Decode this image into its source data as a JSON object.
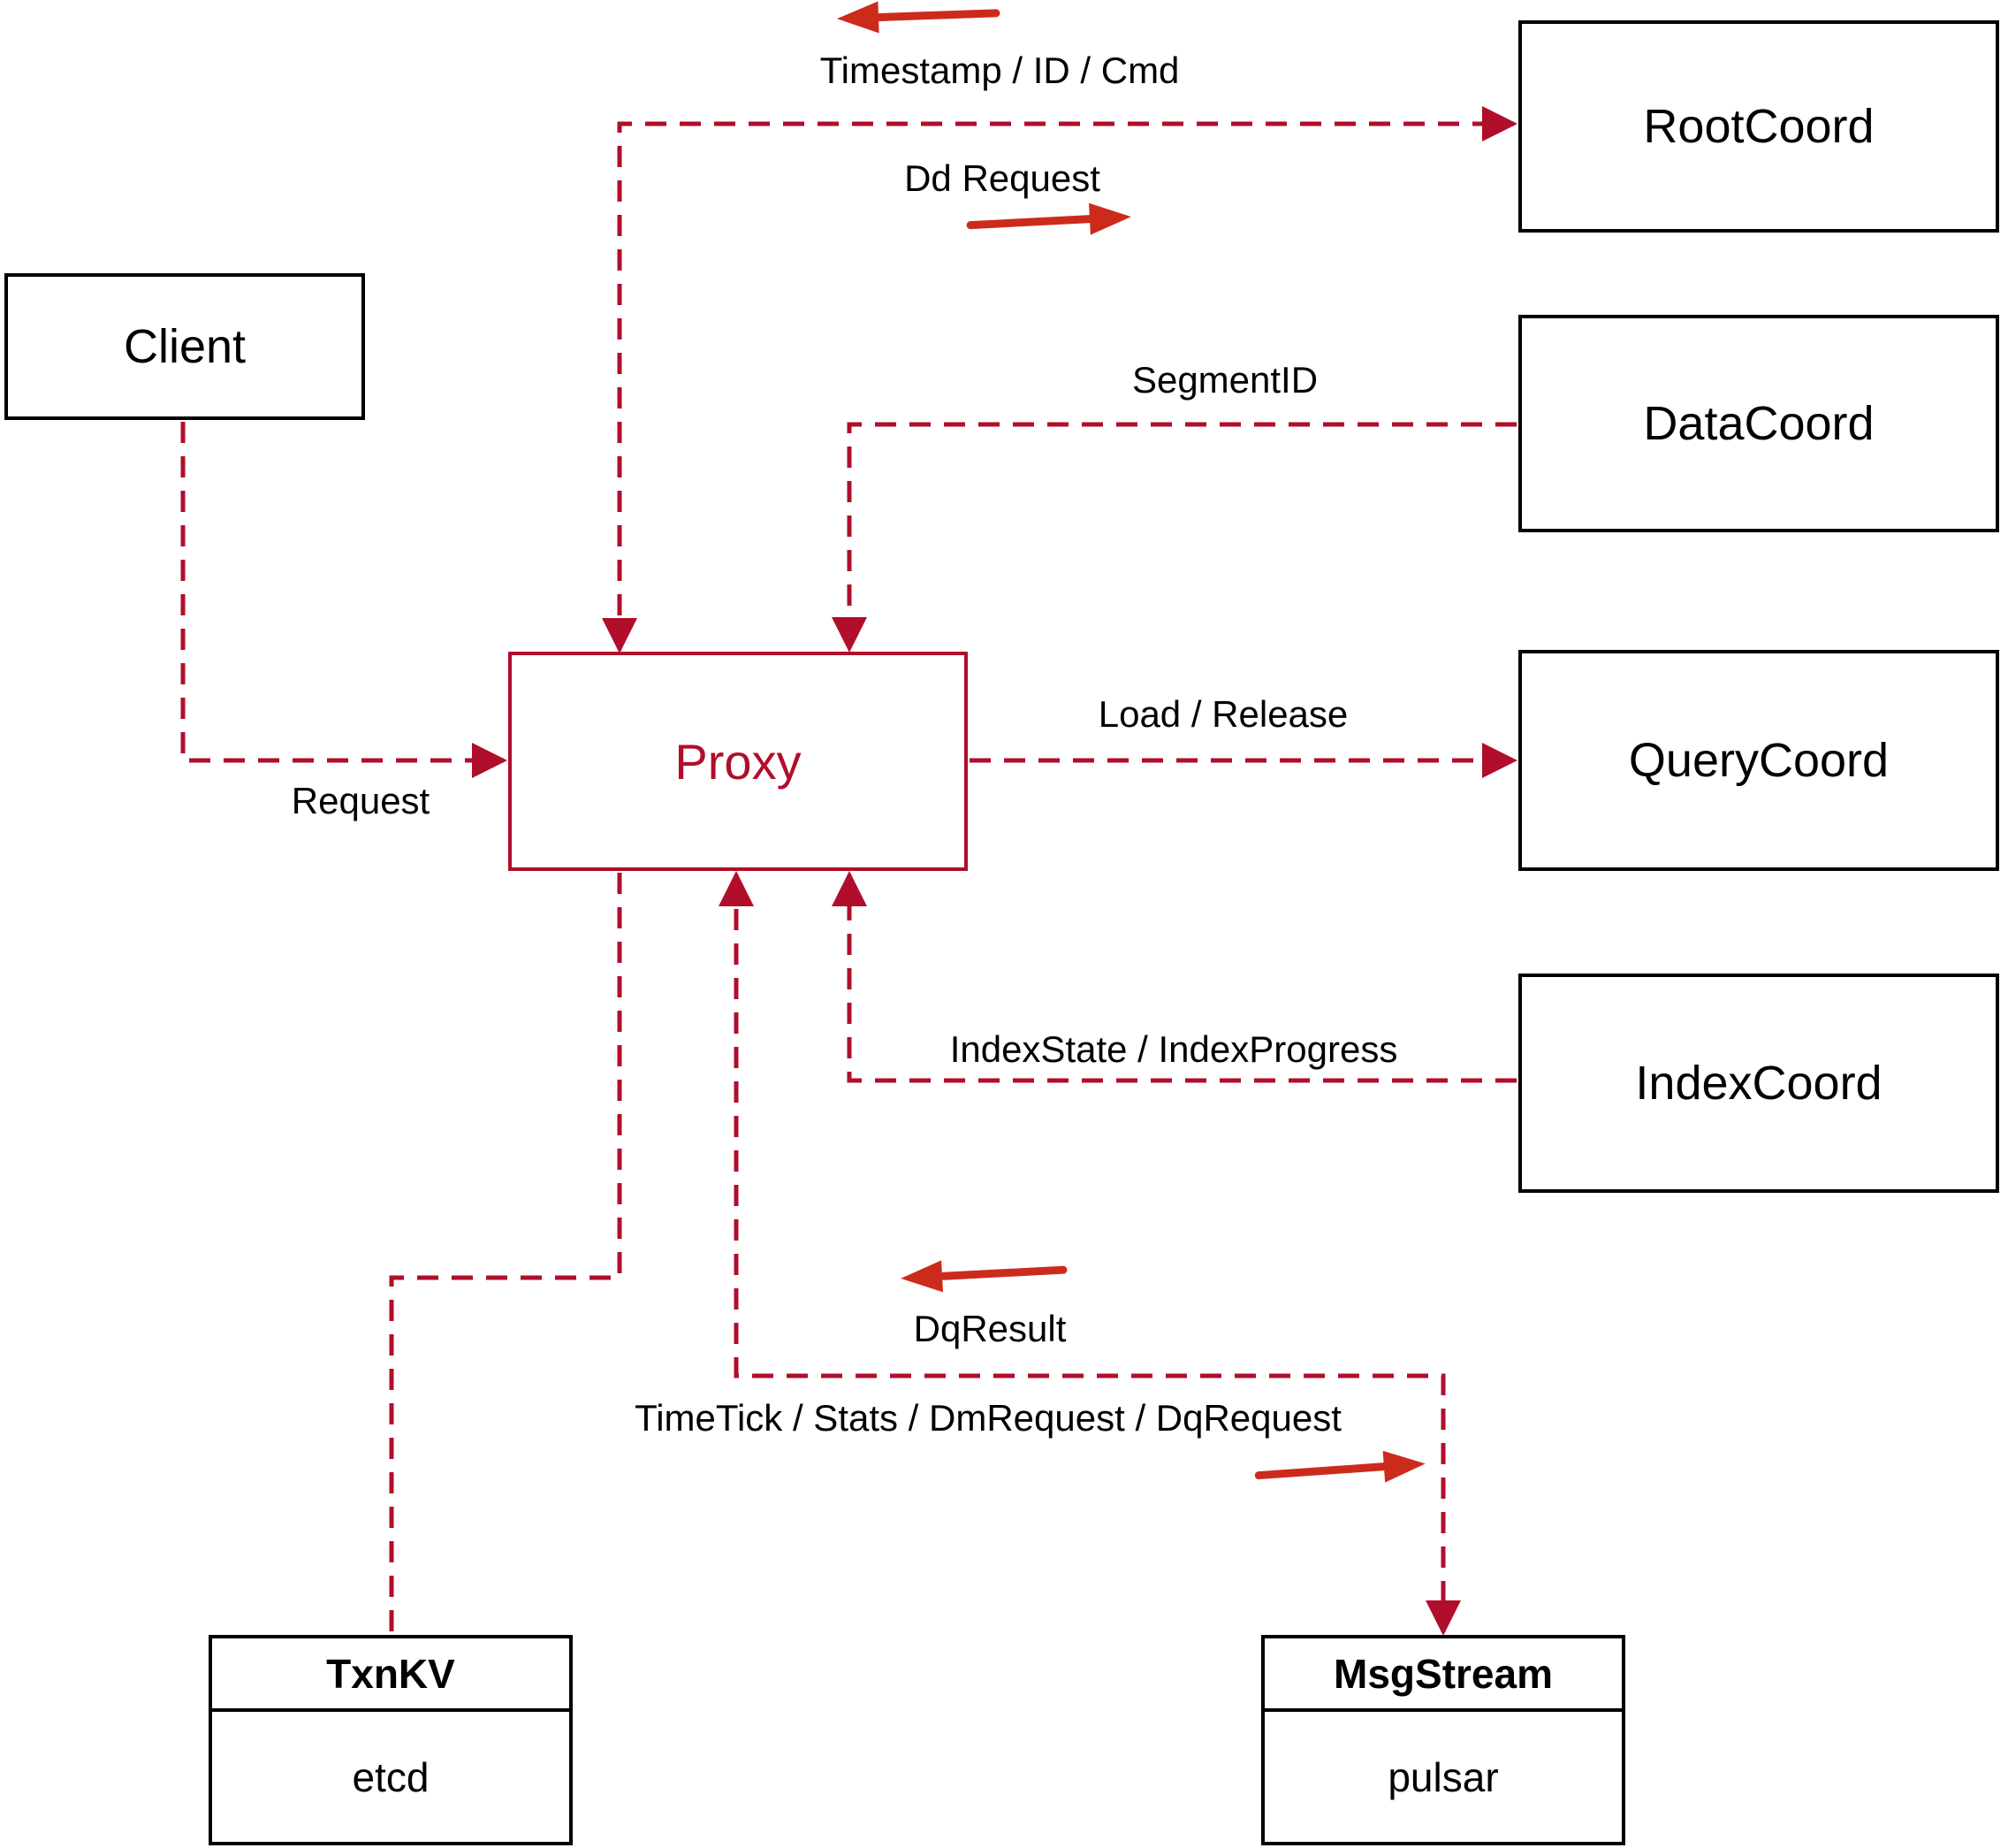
{
  "nodes": {
    "client": {
      "label": "Client"
    },
    "proxy": {
      "label": "Proxy"
    },
    "root_coord": {
      "label": "RootCoord"
    },
    "data_coord": {
      "label": "DataCoord"
    },
    "query_coord": {
      "label": "QueryCoord"
    },
    "index_coord": {
      "label": "IndexCoord"
    },
    "txn_kv": {
      "title": "TxnKV",
      "impl": "etcd"
    },
    "msg_stream": {
      "title": "MsgStream",
      "impl": "pulsar"
    }
  },
  "edge_labels": {
    "timestamp_id_cmd": "Timestamp / ID / Cmd",
    "dd_request": "Dd Request",
    "segment_id": "SegmentID",
    "load_release": "Load / Release",
    "index_state_progress": "IndexState / IndexProgress",
    "request": "Request",
    "dq_result": "DqResult",
    "time_tick_stats": "TimeTick / Stats / DmRequest / DqRequest"
  },
  "edges": [
    {
      "from": "Proxy",
      "to": "RootCoord",
      "arrows": "both",
      "send_label_key": "dd_request",
      "return_label_key": "timestamp_id_cmd",
      "style": "dashed"
    },
    {
      "from": "DataCoord",
      "to": "Proxy",
      "arrows": "to",
      "send_label_key": "segment_id",
      "style": "dashed"
    },
    {
      "from": "Proxy",
      "to": "QueryCoord",
      "arrows": "to",
      "send_label_key": "load_release",
      "style": "dashed"
    },
    {
      "from": "IndexCoord",
      "to": "Proxy",
      "arrows": "to",
      "send_label_key": "index_state_progress",
      "style": "dashed"
    },
    {
      "from": "Client",
      "to": "Proxy",
      "arrows": "to",
      "send_label_key": "request",
      "style": "dashed"
    },
    {
      "from": "Proxy",
      "to": "TxnKV",
      "arrows": "none",
      "style": "dashed"
    },
    {
      "from": "Proxy",
      "to": "MsgStream",
      "arrows": "both",
      "send_label_key": "time_tick_stats",
      "return_label_key": "dq_result",
      "style": "dashed"
    }
  ],
  "colors": {
    "dashed_line": "#B00E2B",
    "solid_arrow": "#CC2B1C",
    "proxy_accent": "#B00E2B",
    "box_border": "#000000",
    "text": "#000000",
    "background": "#FFFFFF"
  }
}
